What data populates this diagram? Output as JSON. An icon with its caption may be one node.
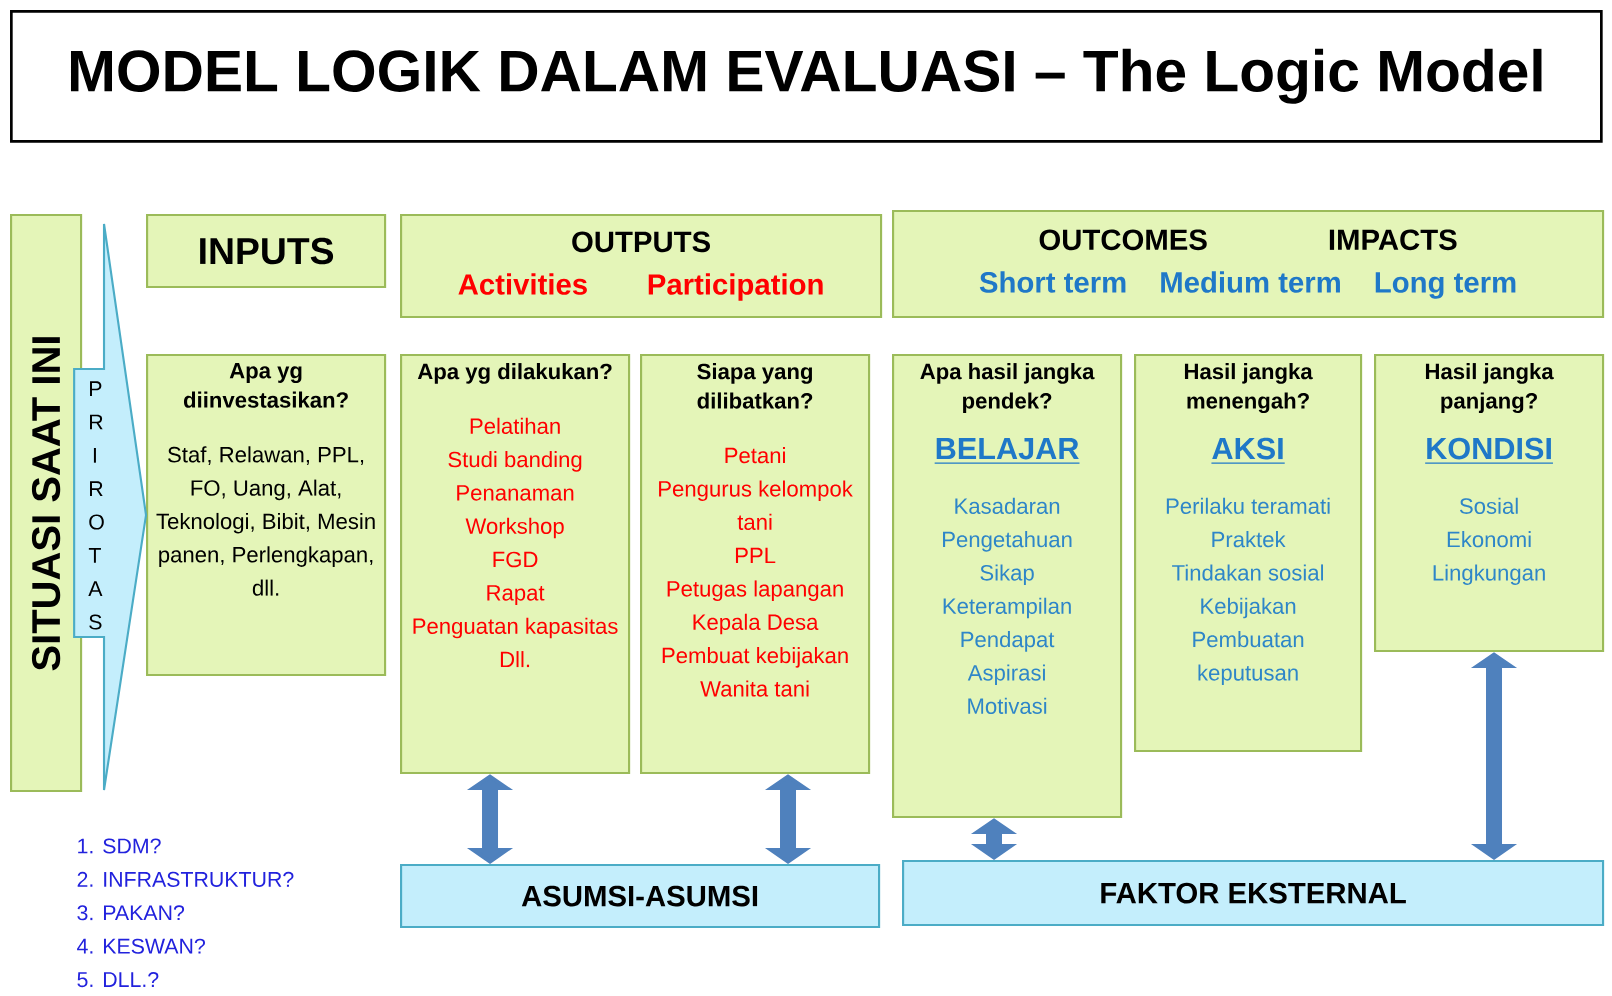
{
  "diagram": {
    "title": "MODEL LOGIK DALAM EVALUASI – The Logic Model",
    "nodes": [
      {
        "text": [
          "SITUASI SAAT INI"
        ]
      },
      {
        "text": [
          "INPUTS"
        ]
      },
      {
        "text": [
          "OUTPUTS",
          "Activities",
          "Participation"
        ]
      },
      {
        "text": [
          "OUTCOMES",
          "IMPACTS",
          "Short term",
          "Medium term",
          "Long term"
        ]
      },
      {
        "text": [
          "Apa yg diinvestasikan?",
          "Staf, Relawan, PPL, FO, Uang, Alat, Teknologi, Bibit, Mesin panen, Perlengkapan, dll."
        ]
      },
      {
        "text": [
          "Apa yg dilakukan?",
          "Pelatihan",
          "Studi banding",
          "Penanaman",
          "Workshop",
          "FGD",
          "Rapat",
          "Penguatan kapasitas",
          "Dll."
        ]
      },
      {
        "text": [
          "Siapa yang dilibatkan?",
          "Petani",
          "Pengurus kelompok tani",
          "PPL",
          "Petugas lapangan",
          "Kepala Desa",
          "Pembuat kebijakan",
          "Wanita tani"
        ]
      },
      {
        "text": [
          "Apa hasil jangka pendek?",
          "BELAJAR",
          "Kasadaran",
          "Pengetahuan",
          "Sikap",
          "Keterampilan",
          "Pendapat",
          "Aspirasi",
          "Motivasi"
        ]
      },
      {
        "text": [
          "Hasil jangka menengah?",
          "AKSI",
          "Perilaku teramati",
          "Praktek",
          "Tindakan sosial",
          "Kebijakan",
          "Pembuatan keputusan"
        ]
      },
      {
        "text": [
          "Hasil jangka panjang?",
          "KONDISI",
          "Sosial",
          "Ekonomi",
          "Lingkungan"
        ]
      },
      {
        "text": [
          "ASUMSI-ASUMSI"
        ]
      },
      {
        "text": [
          "FAKTOR     EKSTERNAL"
        ]
      }
    ],
    "edges": [
      {
        "from": 0,
        "to": 4,
        "arrow": "to",
        "label": "P R I R O T A S",
        "color": "#c4eefc",
        "style": "thick"
      },
      {
        "from": 10,
        "to": 5,
        "arrow": "both"
      },
      {
        "from": 10,
        "to": 6,
        "arrow": "both"
      },
      {
        "from": 11,
        "to": 7,
        "arrow": "both"
      },
      {
        "from": 11,
        "to": 9,
        "arrow": "both"
      }
    ],
    "labels": [
      "1. SDM?",
      "2. INFRASTRUKTUR?",
      "3. PAKAN?",
      "4. KESWAN?",
      "5. DLL.?"
    ]
  }
}
